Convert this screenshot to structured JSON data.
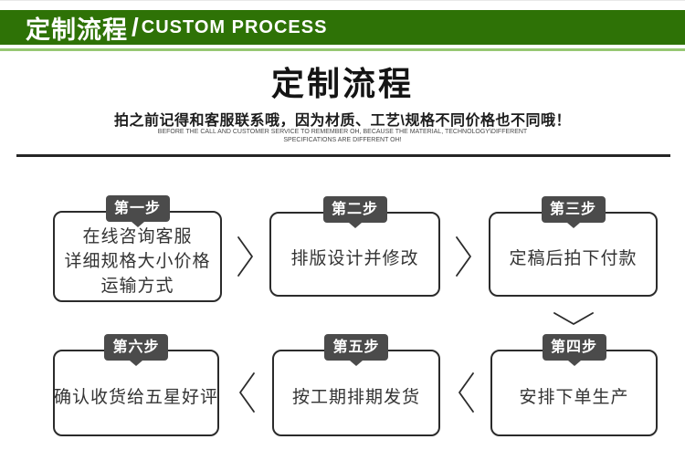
{
  "banner": {
    "title_cn": "定制流程",
    "slash": "/",
    "title_en": "CUSTOM PROCESS",
    "bg_color": "#2e7206",
    "underline_color": "#97c873"
  },
  "header": {
    "title": "定制流程",
    "subtitle_cn": "拍之前记得和客服联系哦，因为材质、工艺\\规格不同价格也不同哦！",
    "subtitle_en_line1": "BEFORE THE CALL AND CUSTOMER SERVICE TO REMEMBER OH, BECAUSE THE MATERIAL, TECHNOLOGY\\DIFFERENT",
    "subtitle_en_line2": "SPECIFICATIONS ARE DIFFERENT OH!"
  },
  "steps": [
    {
      "label": "第一步",
      "lines": [
        "在线咨询客服",
        "详细规格大小价格",
        "运输方式"
      ]
    },
    {
      "label": "第二步",
      "lines": [
        "排版设计并修改"
      ]
    },
    {
      "label": "第三步",
      "lines": [
        "定稿后拍下付款"
      ]
    },
    {
      "label": "第四步",
      "lines": [
        "安排下单生产"
      ]
    },
    {
      "label": "第五步",
      "lines": [
        "按工期排期发货"
      ]
    },
    {
      "label": "第六步",
      "lines": [
        "确认收货给五星好评"
      ]
    }
  ],
  "colors": {
    "tab_bg": "#4b4b4b",
    "tab_text": "#ffffff",
    "box_border": "#2b2b2b",
    "divider": "#262626"
  }
}
